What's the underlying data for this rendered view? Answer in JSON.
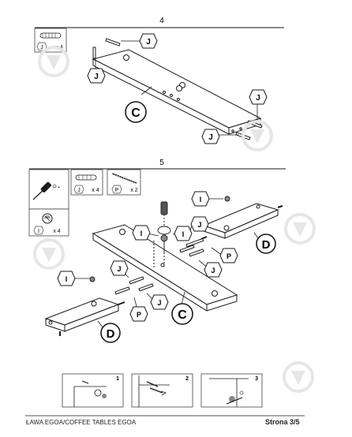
{
  "steps": [
    {
      "number": "4",
      "parts": [
        {
          "letter": "J",
          "qty": "x 4"
        }
      ],
      "callouts": {
        "hardware": "J",
        "panel": "C"
      }
    },
    {
      "number": "5",
      "parts": [
        {
          "letter": "J",
          "qty": "x 4"
        },
        {
          "letter": "P",
          "qty": "x 2"
        },
        {
          "letter": "I",
          "qty": "x 4"
        }
      ],
      "callouts": {
        "cam": "I",
        "dowel": "J",
        "bolt": "P",
        "leg_panel": "D",
        "top_panel": "C"
      }
    }
  ],
  "detail_panels": [
    "1",
    "2",
    "3"
  ],
  "footer": {
    "left": "ŁAWA EGOA/COFFEE TABLES EGOA",
    "right": "Strona 3/5"
  },
  "colors": {
    "line": "#1a1a1a",
    "box": "#444444",
    "watermark": "#e6e6e6",
    "background": "#ffffff"
  }
}
